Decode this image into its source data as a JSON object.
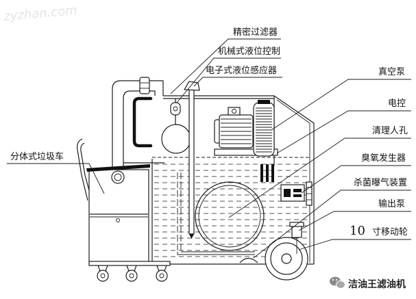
{
  "labels": {
    "precision_filter": "精密过滤器",
    "mechanical_level_control": "机械式液位控制",
    "electronic_level_sensor": "电子式液位感应器",
    "vacuum_pump": "真空泵",
    "electric_control": "电控",
    "cleaning_manhole": "清理人孔",
    "ozone_generator": "臭氧发生器",
    "sterilization_aeration": "杀菌曝气装置",
    "output_pump": "输出泵",
    "wheel_size": "10",
    "wheel_label": "寸移动轮",
    "split_garbage_cart": "分体式垃圾车"
  },
  "watermark": {
    "site": "zyzhan.com",
    "brand": "洁油王滤油机",
    "icon": "wechat-icon"
  },
  "colors": {
    "line": "#1a1a1a",
    "background": "#ffffff",
    "watermark_site": "#e4e4e4"
  }
}
